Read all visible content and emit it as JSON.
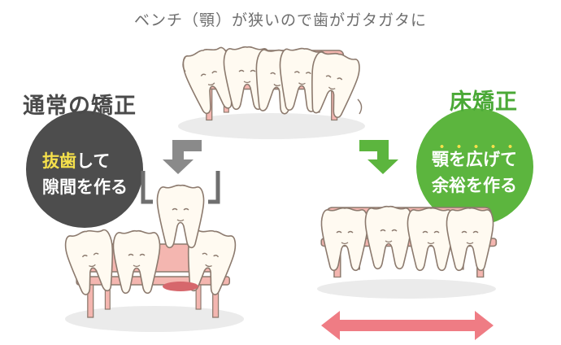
{
  "title": "ベンチ（顎）が狭いので歯がガタガタに",
  "left": {
    "heading": "通常の矯正",
    "bubble": {
      "line1_highlight": "抜歯",
      "line1_rest": "して",
      "line2": "隙間を作る"
    }
  },
  "right": {
    "heading": "床矯正",
    "bubble": {
      "line1_highlight": "顎を広げて",
      "line2": "余裕を作る"
    }
  },
  "colors": {
    "gray_arrow": "#8a8a8a",
    "green": "#5cb53e",
    "bubble_dark": "#4d4d4d",
    "bench_pink": "#f4b6b0",
    "double_arrow": "#ef7c84",
    "highlight_yellow": "#f5e04b"
  }
}
